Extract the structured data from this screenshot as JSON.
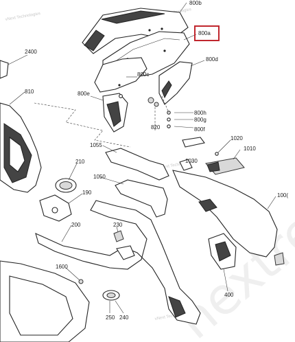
{
  "diagram": {
    "callouts": {
      "c800b": "800b",
      "c800a": "800a",
      "c800d": "800d",
      "c800c": "800c",
      "c800e": "800e",
      "c800h": "800h",
      "c800g": "800g",
      "c800f": "800f",
      "c820": "820",
      "c2400": "2400",
      "c810": "810",
      "c1055": "1055",
      "c1050": "1050",
      "c210": "210",
      "c190": "190",
      "c200": "200",
      "c230": "230",
      "c1600": "1600",
      "c250": "250",
      "c240": "240",
      "c1020": "1020",
      "c1010": "1010",
      "c1030": "1030",
      "c100x": "100(",
      "c400": "400"
    },
    "highlighted_callout": "800a",
    "highlight_color": "#c0262d",
    "watermark_text": "vNext Technologies",
    "background_mark": "nextrem"
  }
}
